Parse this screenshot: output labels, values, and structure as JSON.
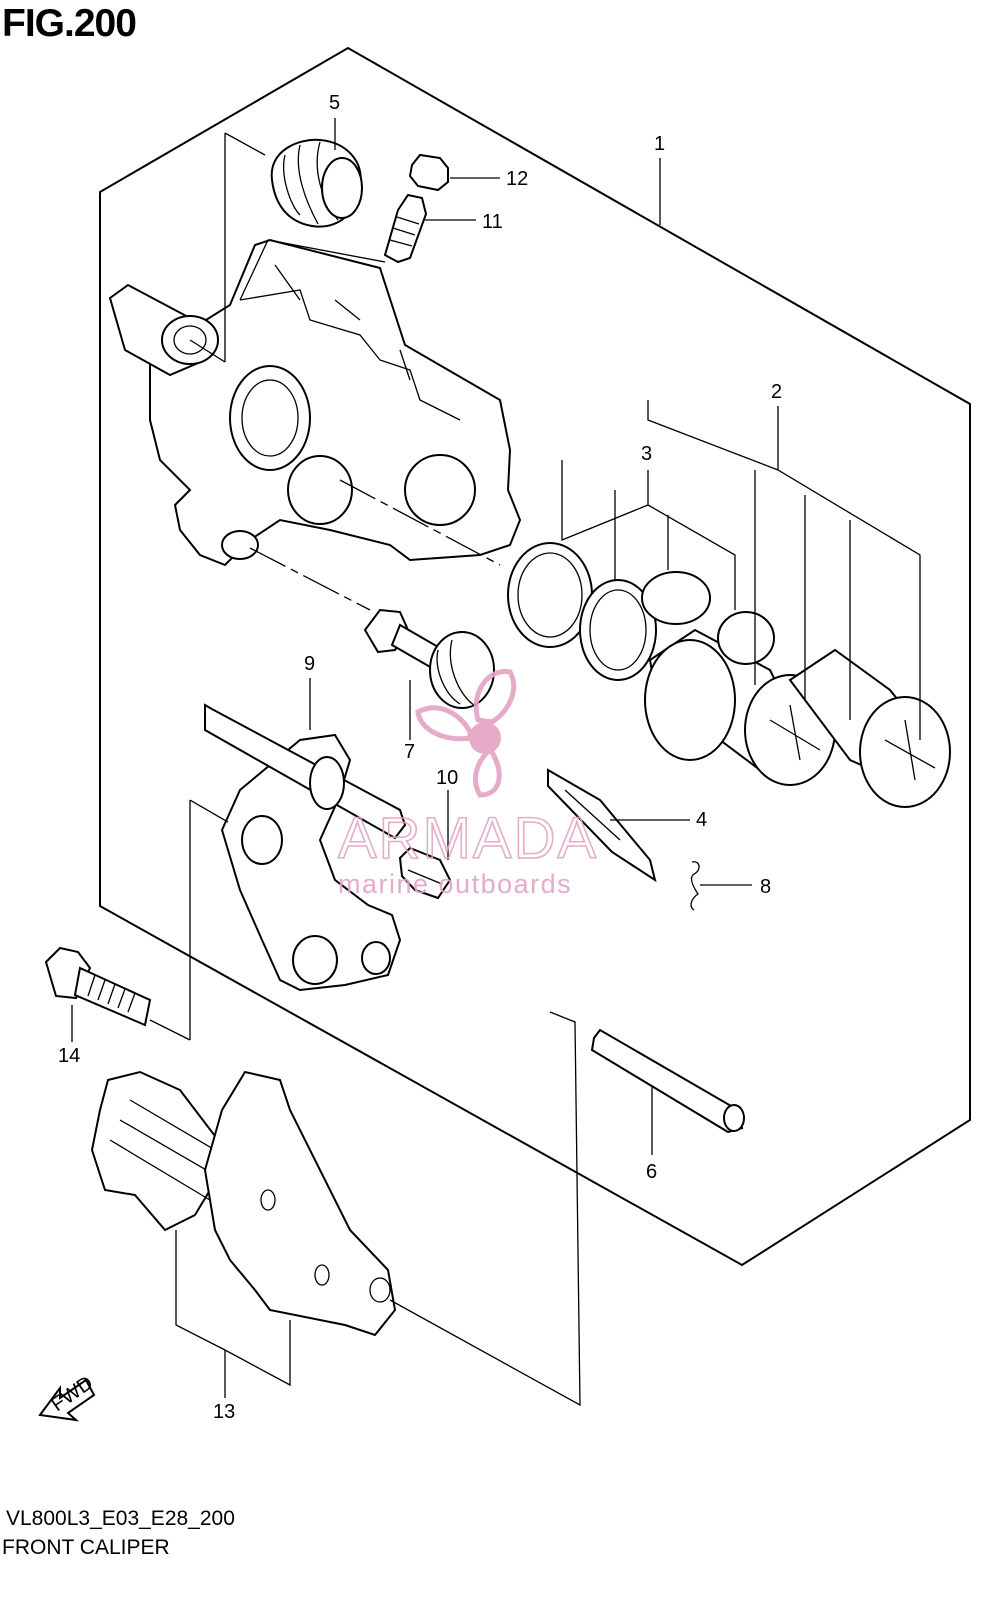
{
  "figure": {
    "title": "FIG.200",
    "footer_code": "VL800L3_E03_E28_200",
    "footer_title": "FRONT CALIPER"
  },
  "watermark": {
    "brand": "ARMADA",
    "tagline": "marine outboards",
    "color": "#e3a3c3"
  },
  "fwd_label": "FWD",
  "callouts": [
    "1",
    "2",
    "3",
    "4",
    "5",
    "6",
    "7",
    "8",
    "9",
    "10",
    "11",
    "12",
    "13",
    "14"
  ],
  "colors": {
    "line": "#000000",
    "background": "#ffffff"
  }
}
